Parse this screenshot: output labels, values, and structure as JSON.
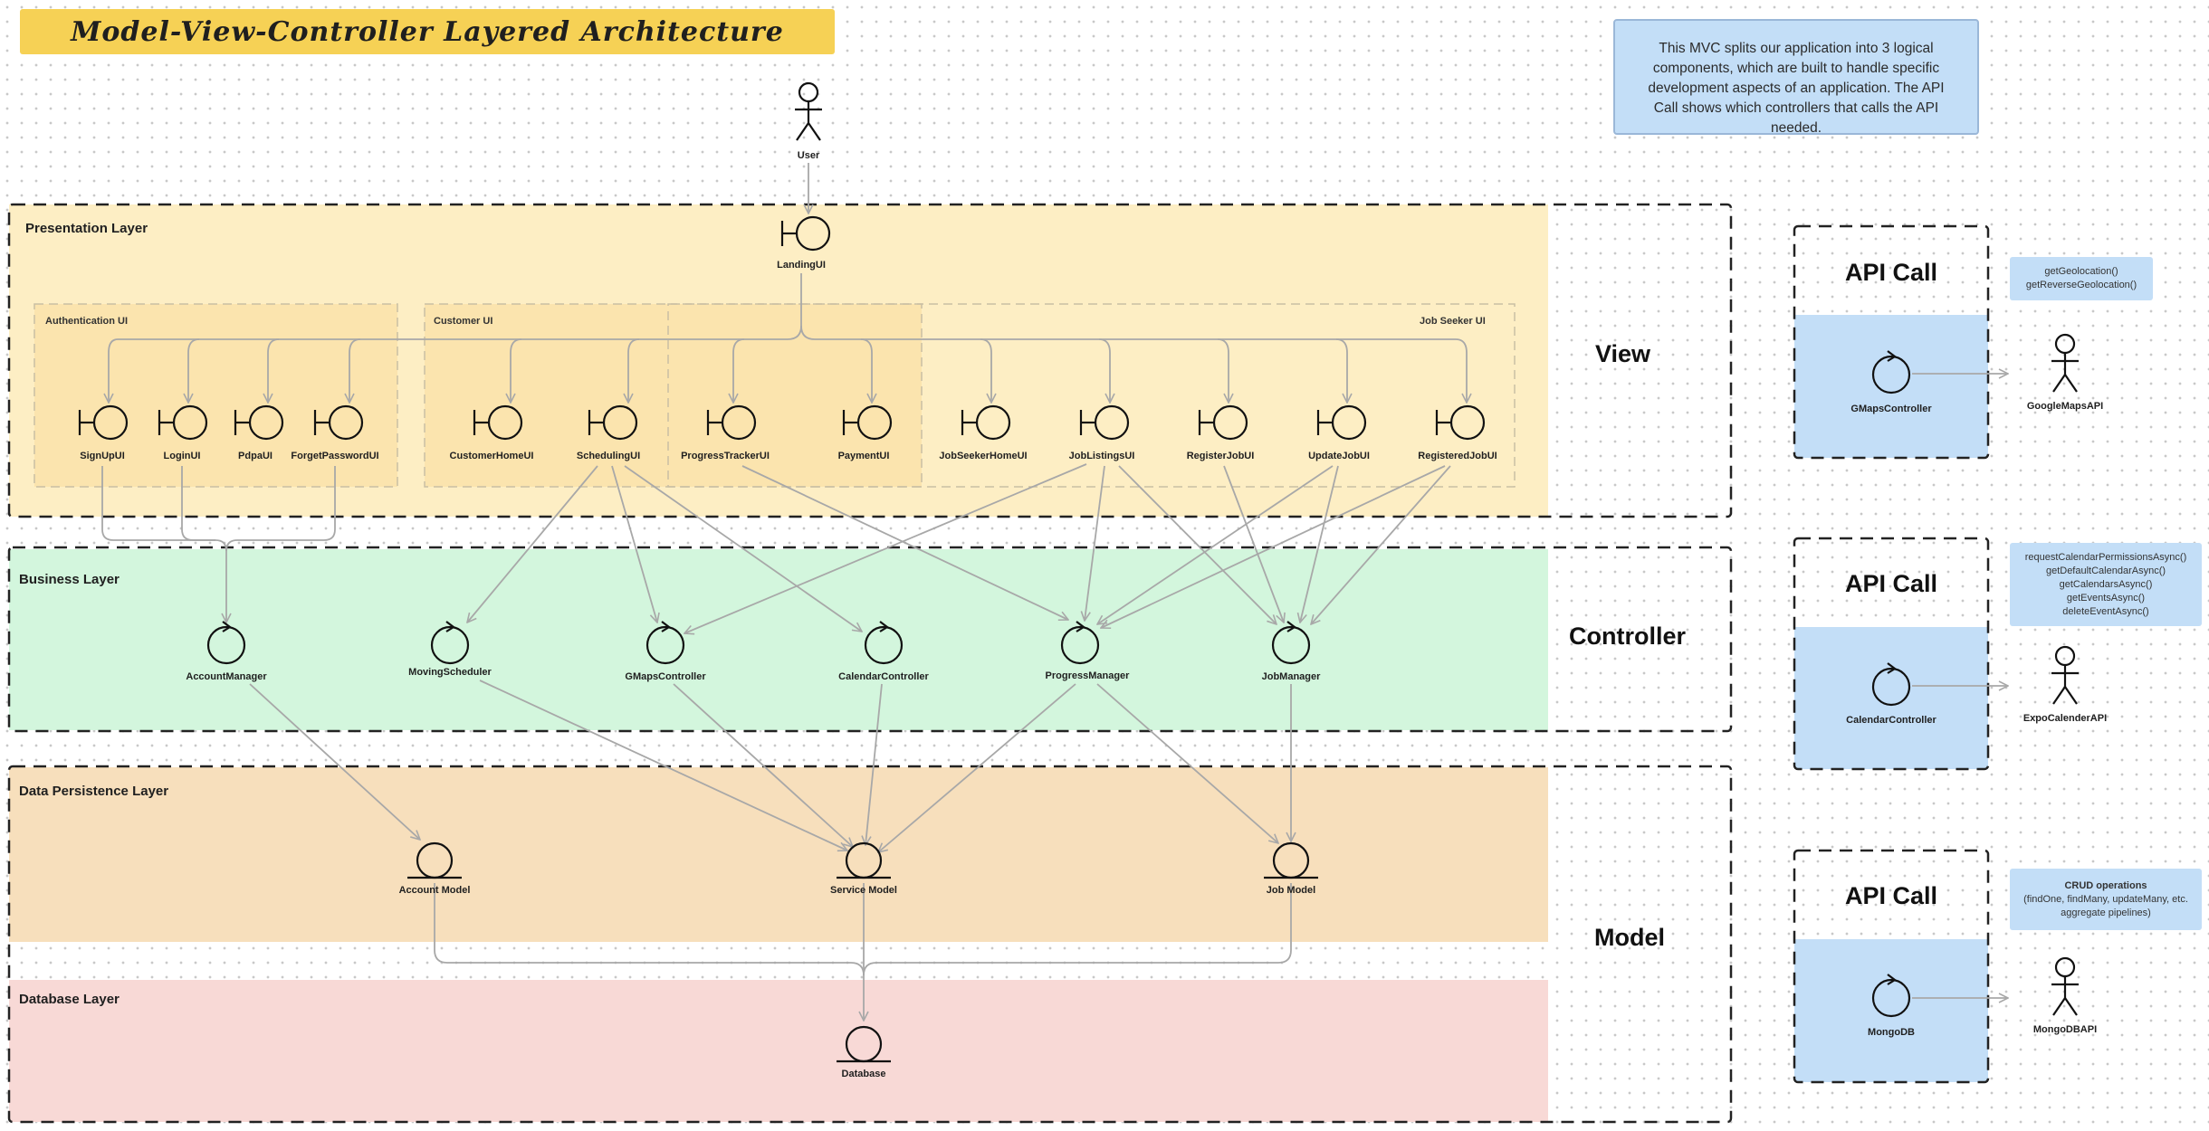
{
  "title": "Model-View-Controller Layered Architecture",
  "note": "This MVC splits our application into 3 logical components, which are built to handle specific development aspects of an application. The API Call shows which controllers that calls the API needed.",
  "user_label": "User",
  "layers": {
    "presentation": "Presentation Layer",
    "business": "Business Layer",
    "data_persistence": "Data Persistence Layer",
    "database": "Database Layer"
  },
  "groups": {
    "auth": "Authentication UI",
    "customer": "Customer UI",
    "job_seeker": "Job Seeker UI"
  },
  "side_labels": {
    "view": "View",
    "controller": "Controller",
    "model": "Model"
  },
  "boundaries": {
    "landing": "LandingUI",
    "signup": "SignUpUI",
    "login": "LoginUI",
    "pdpa": "PdpaUI",
    "forget_password": "ForgetPasswordUI",
    "customer_home": "CustomerHomeUI",
    "scheduling": "SchedulingUI",
    "progress_tracker": "ProgressTrackerUI",
    "payment": "PaymentUI",
    "job_seeker_home": "JobSeekerHomeUI",
    "job_listings": "JobListingsUI",
    "register_job": "RegisterJobUI",
    "update_job": "UpdateJobUI",
    "registered_job": "RegisteredJobUI"
  },
  "controllers": {
    "account_manager": "AccountManager",
    "moving_scheduler": "MovingScheduler",
    "gmaps_controller": "GMapsController",
    "calendar_controller": "CalendarController",
    "progress_manager": "ProgressManager",
    "job_manager": "JobManager"
  },
  "entities": {
    "account_model": "Account Model",
    "service_model": "Service Model",
    "job_model": "Job Model",
    "database": "Database"
  },
  "api_calls": [
    {
      "title": "API Call",
      "controller": "GMapsController",
      "actor": "GoogleMapsAPI",
      "note_lines": [
        "getGeolocation()",
        "getReverseGeolocation()"
      ],
      "note_heading": ""
    },
    {
      "title": "API Call",
      "controller": "CalendarController",
      "actor": "ExpoCalenderAPI",
      "note_lines": [
        "requestCalendarPermissionsAsync()",
        "getDefaultCalendarAsync()",
        "getCalendarsAsync()",
        "getEventsAsync()",
        "deleteEventAsync()"
      ],
      "note_heading": ""
    },
    {
      "title": "API Call",
      "controller": "MongoDB",
      "actor": "MongoDBAPI",
      "note_lines": [
        "(findOne, findMany, updateMany, etc.",
        "aggregate pipelines)"
      ],
      "note_heading": "CRUD operations"
    }
  ],
  "colors": {
    "presentation_bg": "#fdeec4",
    "group_bg": "#fbe4ae",
    "business_bg": "#d3f6dd",
    "data_bg": "#f7dfbc",
    "database_bg": "#f8d9d6",
    "api_bg": "#c3def7",
    "title_bg": "#f6d155",
    "arrow": "#a8a8a8"
  }
}
